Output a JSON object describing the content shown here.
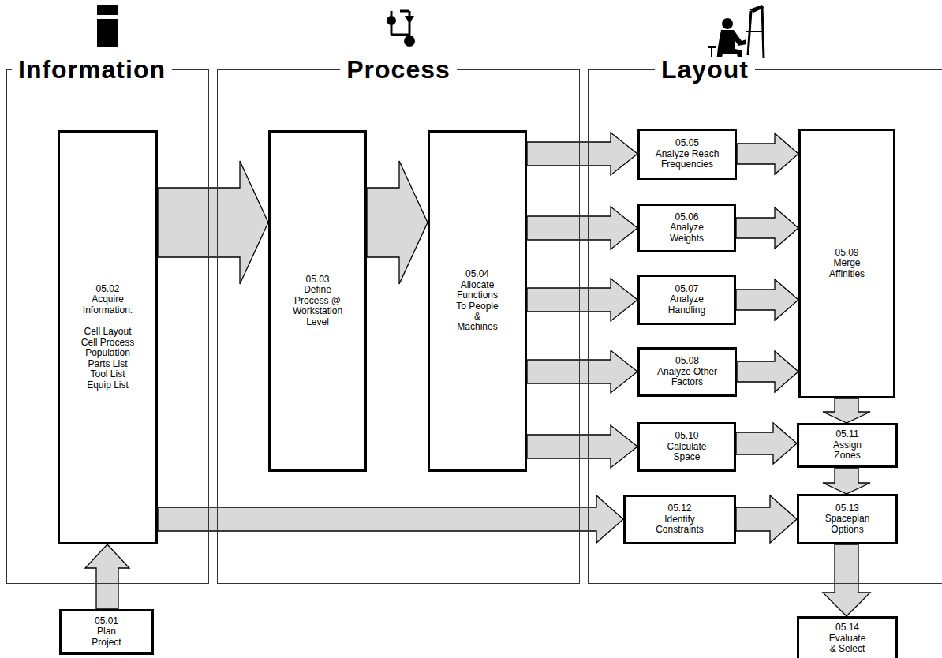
{
  "diagram": {
    "nodes": [
      {
        "text": [
          "Information"
        ]
      },
      {
        "text": [
          "05.02",
          "Acquire Information:",
          "Cell Layout Cell Process Population Parts List Tool List Equip List"
        ],
        "in": 0
      },
      {
        "text": [
          "Process"
        ]
      },
      {
        "text": [
          "05.03",
          "Define Process @ Workstation Level"
        ],
        "in": 2
      },
      {
        "text": [
          "05.04",
          "Allocate Functions To People & Machines"
        ],
        "in": 2
      },
      {
        "text": [
          "Layout"
        ]
      },
      {
        "text": [
          "05.05",
          "Analyze Reach Frequencies"
        ],
        "in": 5
      },
      {
        "text": [
          "05.06",
          "Analyze Weights"
        ],
        "in": 5
      },
      {
        "text": [
          "05.07",
          "Analyze Handling"
        ],
        "in": 5
      },
      {
        "text": [
          "05.08",
          "Analyze Other Factors"
        ],
        "in": 5
      },
      {
        "text": [
          "05.09",
          "Merge Affinities"
        ],
        "in": 5
      },
      {
        "text": [
          "05.10",
          "Calculate Space"
        ],
        "in": 5
      },
      {
        "text": [
          "05.11",
          "Assign Zones"
        ],
        "in": 5
      },
      {
        "text": [
          "05.12",
          "Identify Constraints"
        ],
        "in": 5
      },
      {
        "text": [
          "05.13",
          "Spaceplan Options"
        ],
        "in": 5
      },
      {
        "text": [
          "05.01",
          "Plan Project"
        ]
      },
      {
        "text": [
          "05.14",
          "Evaluate & Select"
        ]
      }
    ],
    "edges": [
      {
        "from": 15,
        "to": 1,
        "arrow": "to"
      },
      {
        "from": 1,
        "to": 3,
        "arrow": "to"
      },
      {
        "from": 3,
        "to": 4,
        "arrow": "to"
      },
      {
        "from": 4,
        "to": 6,
        "arrow": "to"
      },
      {
        "from": 4,
        "to": 7,
        "arrow": "to"
      },
      {
        "from": 4,
        "to": 8,
        "arrow": "to"
      },
      {
        "from": 4,
        "to": 9,
        "arrow": "to"
      },
      {
        "from": 4,
        "to": 11,
        "arrow": "to"
      },
      {
        "from": 6,
        "to": 10,
        "arrow": "to"
      },
      {
        "from": 7,
        "to": 10,
        "arrow": "to"
      },
      {
        "from": 8,
        "to": 10,
        "arrow": "to"
      },
      {
        "from": 9,
        "to": 10,
        "arrow": "to"
      },
      {
        "from": 10,
        "to": 12,
        "arrow": "to"
      },
      {
        "from": 11,
        "to": 12,
        "arrow": "to"
      },
      {
        "from": 12,
        "to": 14,
        "arrow": "to"
      },
      {
        "from": 1,
        "to": 13,
        "arrow": "to"
      },
      {
        "from": 13,
        "to": 14,
        "arrow": "to"
      },
      {
        "from": 14,
        "to": 16,
        "arrow": "to"
      }
    ]
  }
}
